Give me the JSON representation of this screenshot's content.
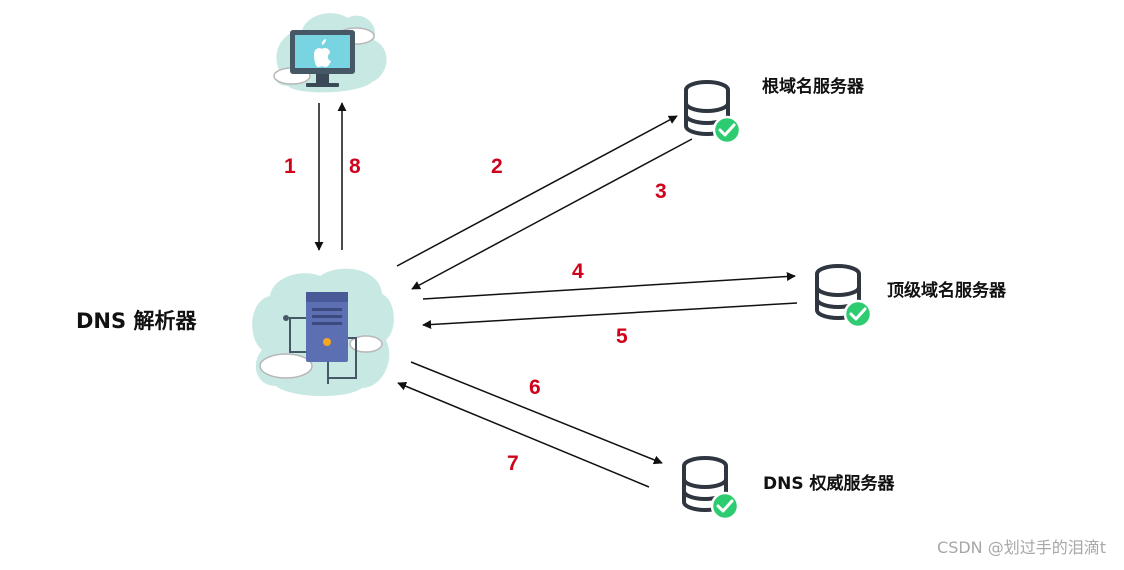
{
  "nodes": {
    "client": {
      "icon": "mac-computer-icon"
    },
    "resolver": {
      "label": "DNS 解析器",
      "icon": "server-tower-icon"
    },
    "root": {
      "label": "根域名服务器",
      "icon": "database-check-icon"
    },
    "tld": {
      "label": "顶级域名服务器",
      "icon": "database-check-icon"
    },
    "auth": {
      "label": "DNS 权威服务器",
      "icon": "database-check-icon"
    }
  },
  "steps": [
    "1",
    "2",
    "3",
    "4",
    "5",
    "6",
    "7",
    "8"
  ],
  "watermark": "CSDN @划过手的泪滴t",
  "colors": {
    "step": "#d0021b",
    "cloud": "#c8e8e3",
    "check": "#2ecc71",
    "database": "#2f3640"
  }
}
